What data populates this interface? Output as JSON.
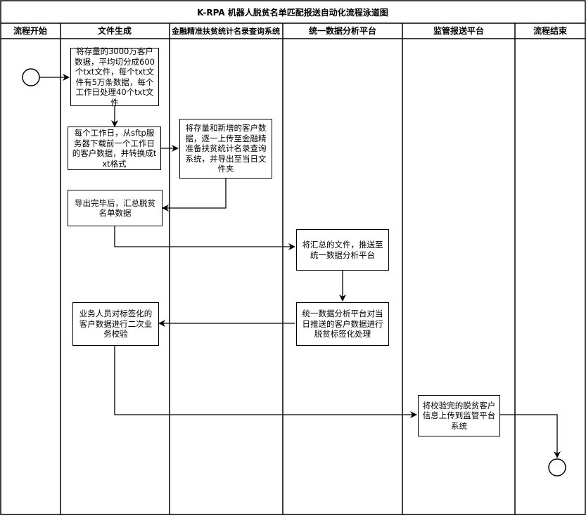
{
  "diagram": {
    "title": "K-RPA 机器人脱贫名单匹配报送自动化流程泳道图",
    "lanes": [
      {
        "id": "lane-start",
        "label": "流程开始"
      },
      {
        "id": "lane-file",
        "label": "文件生成"
      },
      {
        "id": "lane-finance",
        "label": "金融精准扶贫统计名录查询系统"
      },
      {
        "id": "lane-analysis",
        "label": "统一数据分析平台"
      },
      {
        "id": "lane-report",
        "label": "监管报送平台"
      },
      {
        "id": "lane-end",
        "label": "流程结束"
      }
    ],
    "nodes": [
      {
        "id": "split",
        "text": "将存量的3000万客户数据，平均切分成600个txt文件，每个txt文件有5万条数据，每个工作日处理40个txt文件"
      },
      {
        "id": "download",
        "text": "每个工作日，从sftp服务器下载前一个工作日的客户数据，并转换成txt格式"
      },
      {
        "id": "upload",
        "text": "将存量和新增的客户数据，逐一上传至金融精准备扶贫统计名录查询系统，并导出至当日文件夹"
      },
      {
        "id": "summarize",
        "text": "导出完毕后，汇总脱贫名单数据"
      },
      {
        "id": "push",
        "text": "将汇总的文件，推送至统一数据分析平台"
      },
      {
        "id": "tagging",
        "text": "统一数据分析平台对当日推送的客户数据进行脱贫标签化处理"
      },
      {
        "id": "verify",
        "text": "业务人员对标签化的客户数据进行二次业务校验"
      },
      {
        "id": "report",
        "text": "将校验完的脱贫客户信息上传到监管平台系统"
      }
    ]
  }
}
